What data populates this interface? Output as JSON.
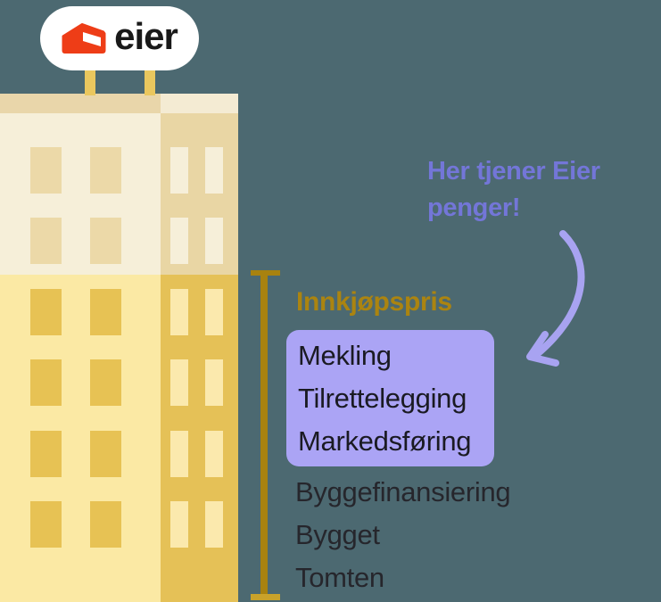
{
  "illustration": {
    "background_color": "#4C6971",
    "description": "Eier building illustration with price breakdown"
  },
  "logo": {
    "brand": "eier",
    "brand_color": "#EE3D17",
    "bubble_color": "#FFFFFF"
  },
  "callout": {
    "line1": "Her tjener Eier",
    "line2": "penger!",
    "color": "#7376D8"
  },
  "price_breakdown": {
    "top_label": "Innkjøpspris",
    "top_label_color": "#AB8410",
    "measure_line_color": "#A8820F",
    "highlight_box": {
      "bg_color": "#ABA4F5",
      "items": [
        "Mekling",
        "Tilrettelegging",
        "Markedsføring"
      ]
    },
    "other_items": [
      "Byggefinansiering",
      "Bygget",
      "Tomten"
    ]
  },
  "building_palette": {
    "upper_left_facade": "#F6EFD9",
    "upper_right_facade": "#E9D6A4",
    "lower_left_facade": "#FBE9A4",
    "lower_right_facade": "#E5C157",
    "window_gold": "#E7C254"
  }
}
